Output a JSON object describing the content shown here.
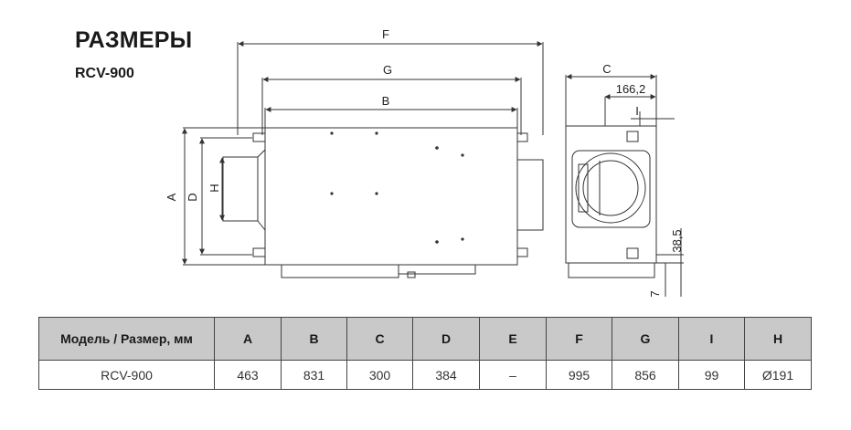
{
  "title": "РАЗМЕРЫ",
  "model": "RCV-900",
  "drawing": {
    "labels": {
      "A": "A",
      "B": "B",
      "C": "C",
      "D": "D",
      "F": "F",
      "G": "G",
      "H": "H",
      "I": "I"
    },
    "dim_166": "166,2",
    "dim_38": "38,5",
    "dim_7": "7"
  },
  "table": {
    "headers": [
      "Модель / Размер, мм",
      "A",
      "B",
      "C",
      "D",
      "E",
      "F",
      "G",
      "I",
      "H"
    ],
    "row": [
      "RCV-900",
      "463",
      "831",
      "300",
      "384",
      "–",
      "995",
      "856",
      "99",
      "Ø191"
    ]
  }
}
